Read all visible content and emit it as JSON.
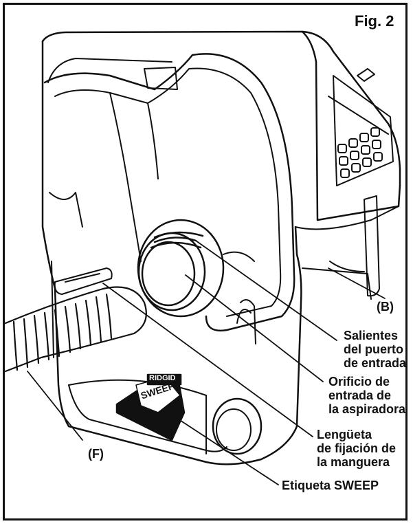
{
  "figure": {
    "title": "Fig. 2"
  },
  "labels": {
    "b": "(B)",
    "f": "(F)",
    "salientes": [
      "Salientes",
      "del puerto",
      "de entrada"
    ],
    "orificio": [
      "Orificio de",
      "entrada de",
      "la aspiradora"
    ],
    "lengueta": [
      "Lengüeta",
      "de fijación de",
      "la manguera"
    ],
    "etiqueta": "Etiqueta SWEEP"
  },
  "decals": {
    "brand": "RIDGID",
    "sweep": "SWEEP"
  },
  "colors": {
    "ink": "#111111",
    "paper": "#ffffff"
  }
}
